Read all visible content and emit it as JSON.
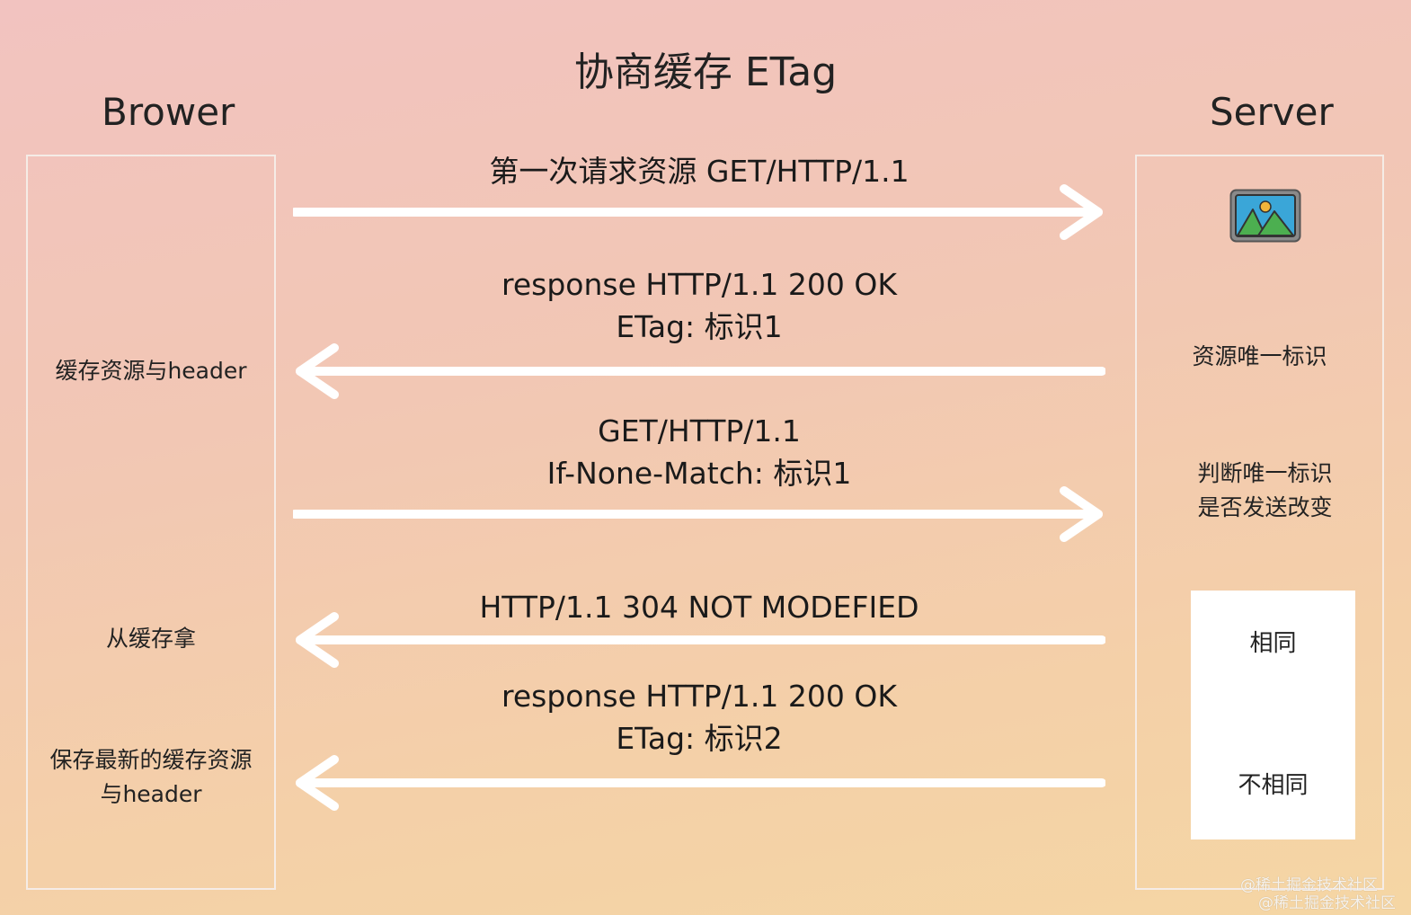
{
  "title": "协商缓存 ETag",
  "browser": {
    "title": "Brower",
    "notes": {
      "cache_header": "缓存资源与header",
      "from_cache": "从缓存拿",
      "save_latest_line1": "保存最新的缓存资源",
      "save_latest_line2": "与header"
    }
  },
  "server": {
    "title": "Server",
    "icon": "image-icon",
    "notes": {
      "unique_id": "资源唯一标识",
      "judge_line1": "判断唯一标识",
      "judge_line2": "是否发送改变"
    },
    "decision": {
      "same": "相同",
      "different": "不相同"
    }
  },
  "messages": [
    {
      "direction": "right",
      "lines": [
        "第一次请求资源  GET/HTTP/1.1"
      ]
    },
    {
      "direction": "left",
      "lines": [
        "response   HTTP/1.1  200   OK",
        "ETag: 标识1"
      ]
    },
    {
      "direction": "right",
      "lines": [
        "GET/HTTP/1.1",
        "If-None-Match: 标识1"
      ]
    },
    {
      "direction": "left",
      "lines": [
        "HTTP/1.1  304  NOT MODEFIED"
      ]
    },
    {
      "direction": "left",
      "lines": [
        "response   HTTP/1.1  200   OK",
        "ETag: 标识2"
      ]
    }
  ],
  "watermark": "@稀土掘金技术社区"
}
